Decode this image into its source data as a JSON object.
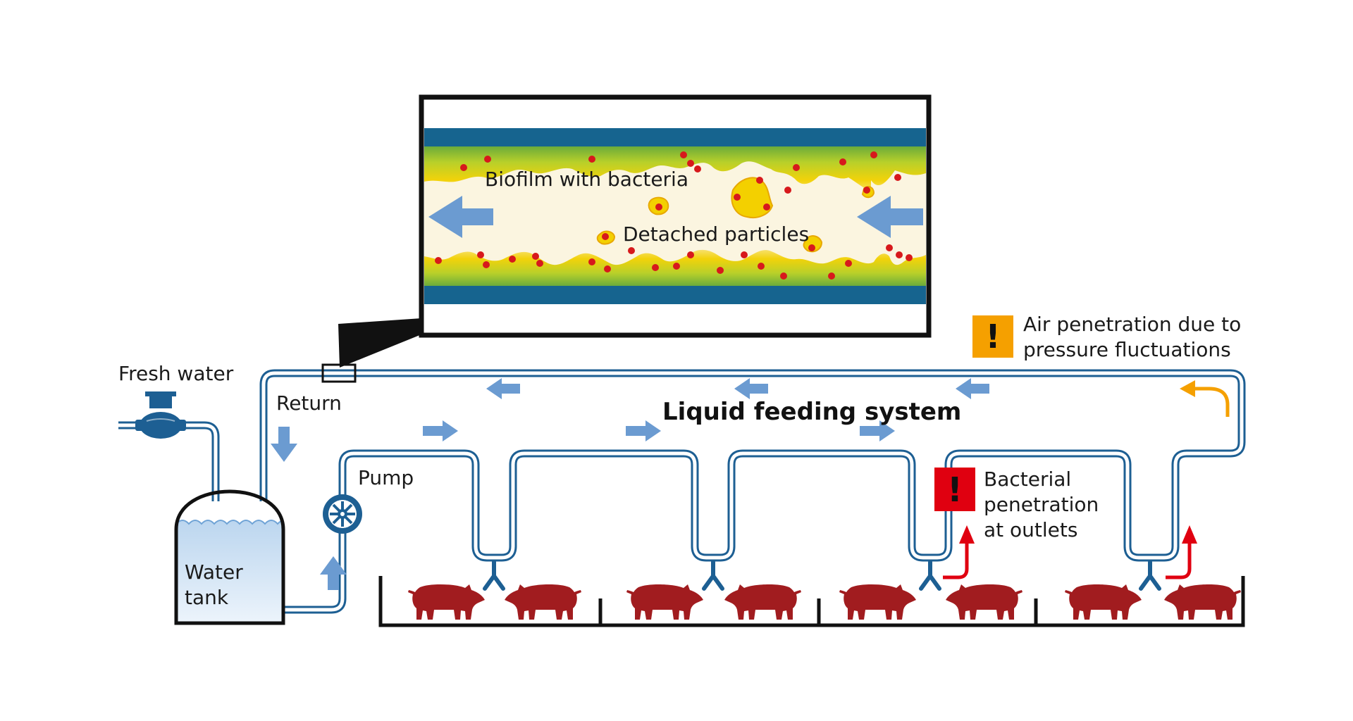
{
  "labels": {
    "fresh_water": "Fresh water",
    "return": "Return",
    "pump": "Pump",
    "water_tank_line1": "Water",
    "water_tank_line2": "tank",
    "system_title": "Liquid feeding system",
    "biofilm": "Biofilm with bacteria",
    "detached": "Detached particles",
    "air_line1": "Air penetration due to",
    "air_line2": "pressure fluctuations",
    "bact_line1": "Bacterial",
    "bact_line2": "penetration",
    "bact_line3": "at outlets"
  },
  "warnings": {
    "air_symbol": "!",
    "bacterial_symbol": "!"
  },
  "colors": {
    "pipe": "#1d5f93",
    "flow_arrow": "#6b9bd1",
    "biofilm_yellow": "#e6c800",
    "biofilm_green": "#9cc32a",
    "fluid": "#fbf5e0",
    "bacteria": "#d7191c",
    "pig": "#a11c1f",
    "air_warning": "#f5a000",
    "bacterial_warning": "#e00010",
    "tank_water": "#cfe2f3"
  },
  "icons": {
    "pump": "pump-icon",
    "valve": "valve-icon",
    "warning": "warning-icon",
    "pig": "pig-icon"
  }
}
